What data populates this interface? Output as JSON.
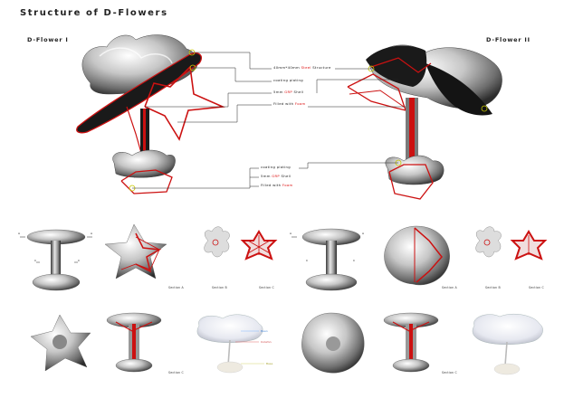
{
  "title": "Structure of D-Flowers",
  "flowers": [
    {
      "label": "D-Flower  I"
    },
    {
      "label": "D-Flower  II"
    }
  ],
  "callouts_top": [
    {
      "prefix": "40mm*40mm ",
      "highlight": "Steel",
      "suffix": " Structure"
    },
    {
      "prefix": "coating plating",
      "highlight": "",
      "suffix": ""
    },
    {
      "prefix": "5mm ",
      "highlight": "GRP",
      "suffix": " Shell"
    },
    {
      "prefix": "Filled with ",
      "highlight": "Foam",
      "suffix": ""
    }
  ],
  "callouts_bottom": [
    {
      "prefix": "coating plating",
      "highlight": "",
      "suffix": ""
    },
    {
      "prefix": "5mm ",
      "highlight": "GRP",
      "suffix": " Shell"
    },
    {
      "prefix": "Filled with ",
      "highlight": "Foam",
      "suffix": ""
    }
  ],
  "sections_left": [
    {
      "label": "Section A"
    },
    {
      "label": "Section B"
    },
    {
      "label": "Section C"
    },
    {
      "label": "Section C"
    }
  ],
  "sections_right": [
    {
      "label": "Section A"
    },
    {
      "label": "Section B"
    },
    {
      "label": "Section C"
    },
    {
      "label": "Section C"
    }
  ],
  "section_markers": [
    "A",
    "A",
    "C",
    "C",
    "A",
    "A",
    "C",
    "C"
  ],
  "mini_labels": [
    "Bean",
    "Column",
    "Base"
  ],
  "colors": {
    "steel_red": "#cc1111",
    "shell_dark": "#1a1a1a",
    "chrome_light": "#d8d8d8",
    "callout_circle": "#c8c800"
  }
}
